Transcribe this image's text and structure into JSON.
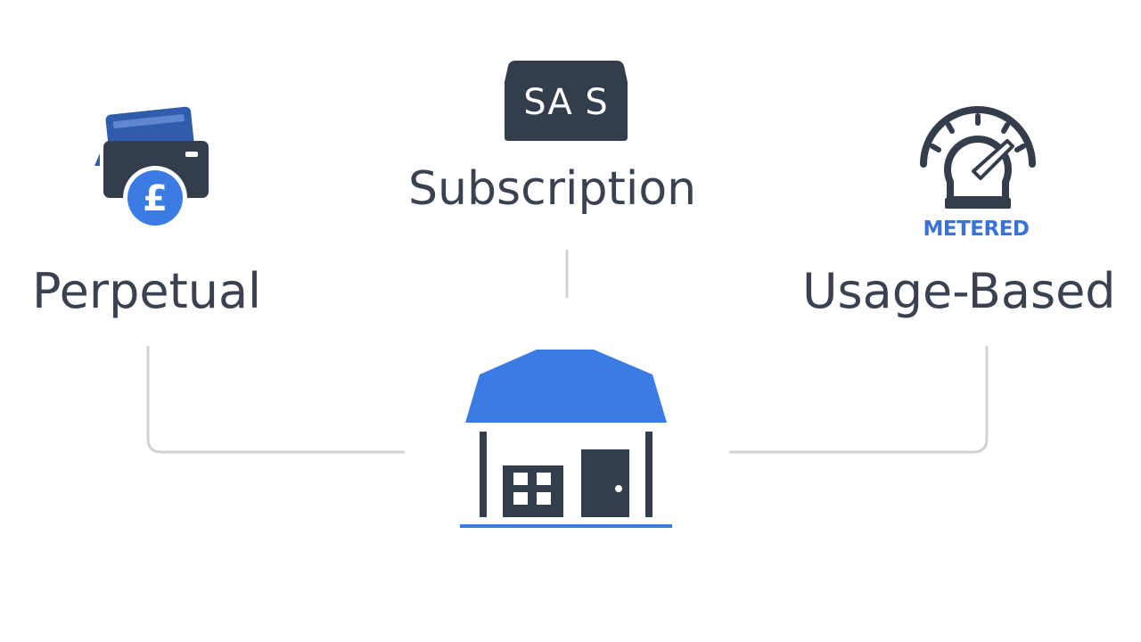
{
  "nodes": {
    "perpetual": {
      "label": "Perpetual",
      "icon": "card-and-euro-coin-icon"
    },
    "subscription": {
      "label": "Subscription",
      "icon": "saas-box-icon",
      "badge": "SA S"
    },
    "usage_based": {
      "label": "Usage-Based",
      "icon": "speedometer-gauge-icon",
      "badge": "METERED"
    },
    "hub": {
      "icon": "storefront-icon"
    }
  },
  "colors": {
    "accent": "#3b7be4",
    "dark": "#333d4b",
    "text": "#3a4150",
    "connector": "#cfd2d6"
  }
}
